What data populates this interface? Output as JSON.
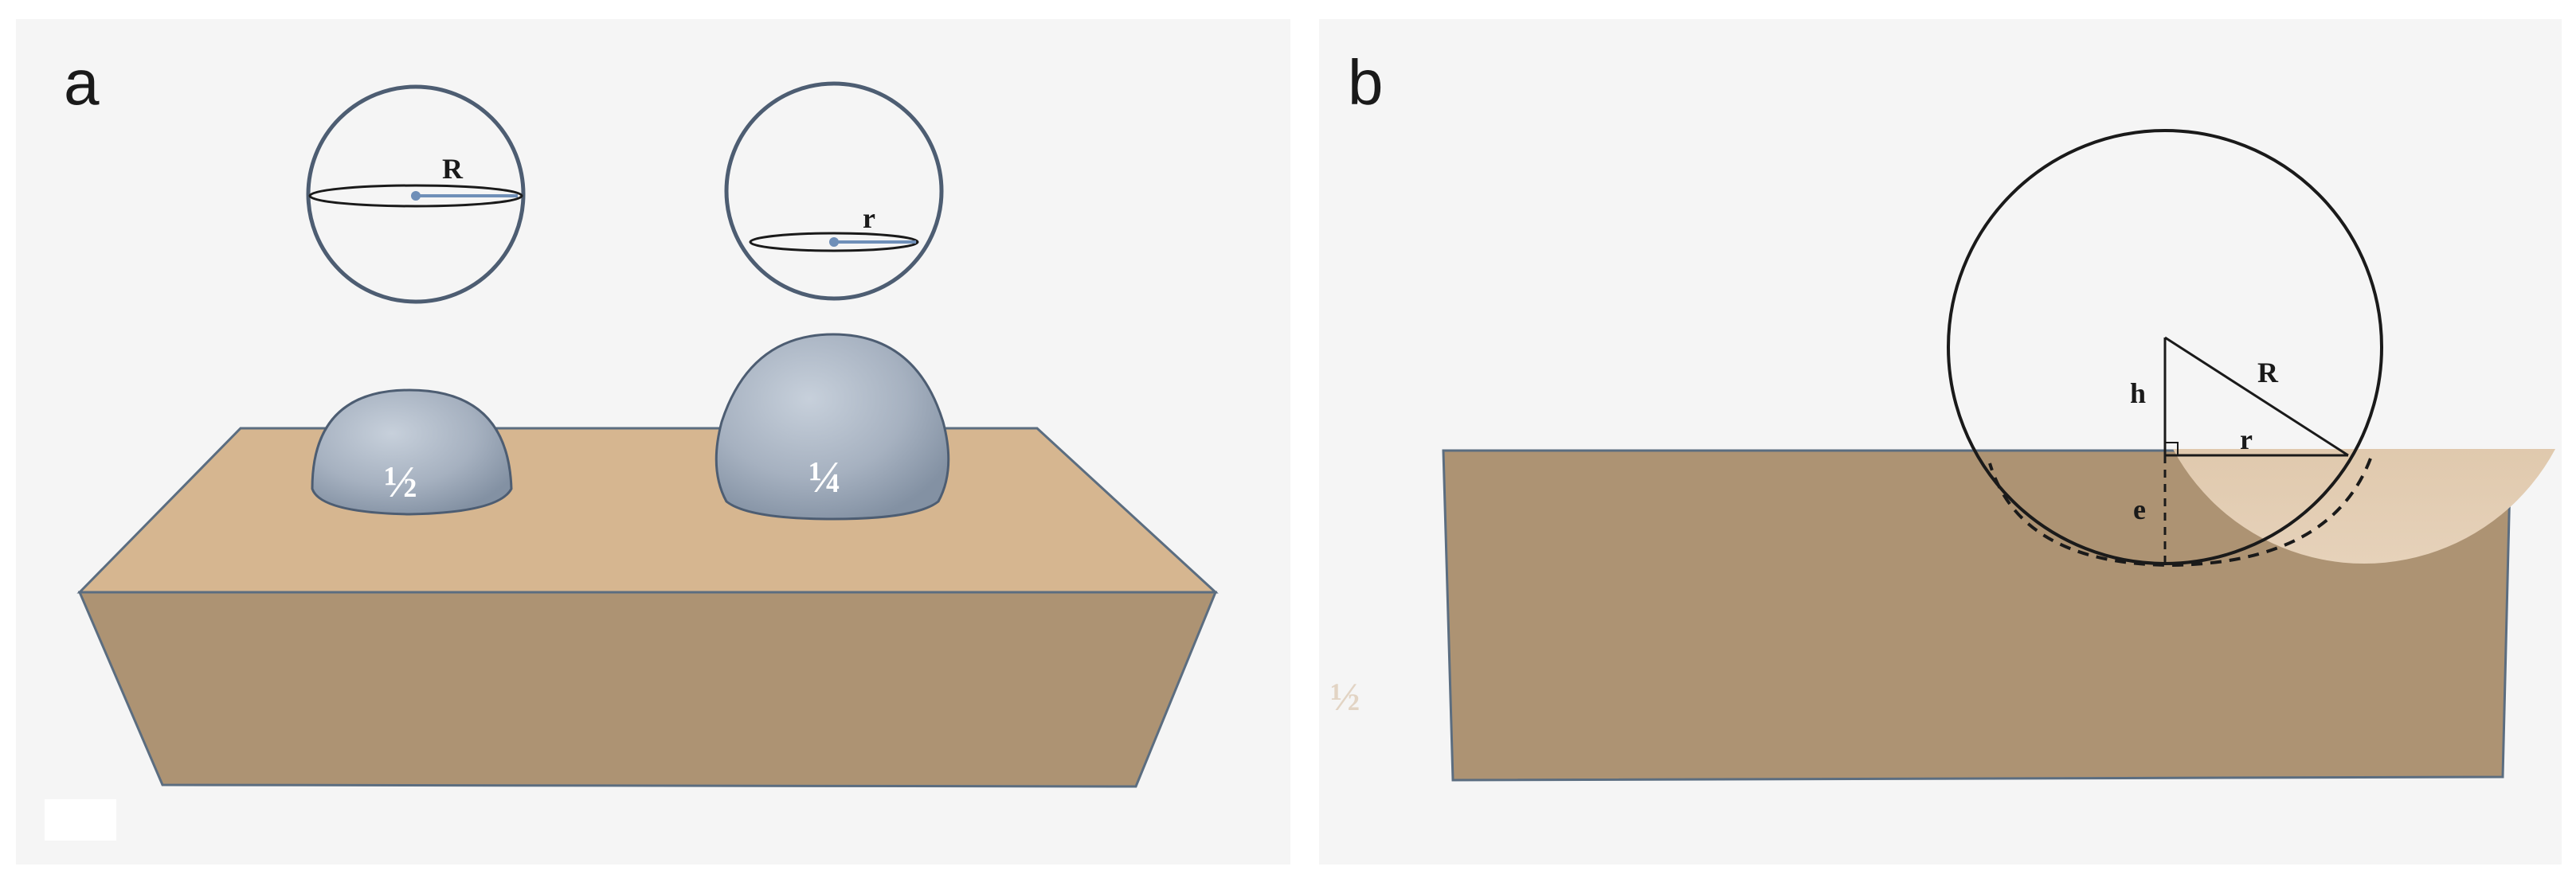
{
  "panel_a": {
    "letter": "a",
    "sphere_large_label": "R",
    "sphere_small_label": "r",
    "cap_half_label": "½",
    "cap_quarter_label": "¼"
  },
  "panel_b": {
    "letter": "b",
    "label_R": "R",
    "label_h": "h",
    "label_r": "r",
    "label_e": "e",
    "faint_left_mark": "½"
  },
  "colors": {
    "background": "#f5f5f5",
    "block_top": "#d6b690",
    "block_front": "#ad9373",
    "block_edge": "#5b6d80",
    "sphere_fill": "#a9b4c2",
    "sphere_edge": "#4d5d72",
    "dot_blue": "#6f8fb8"
  }
}
